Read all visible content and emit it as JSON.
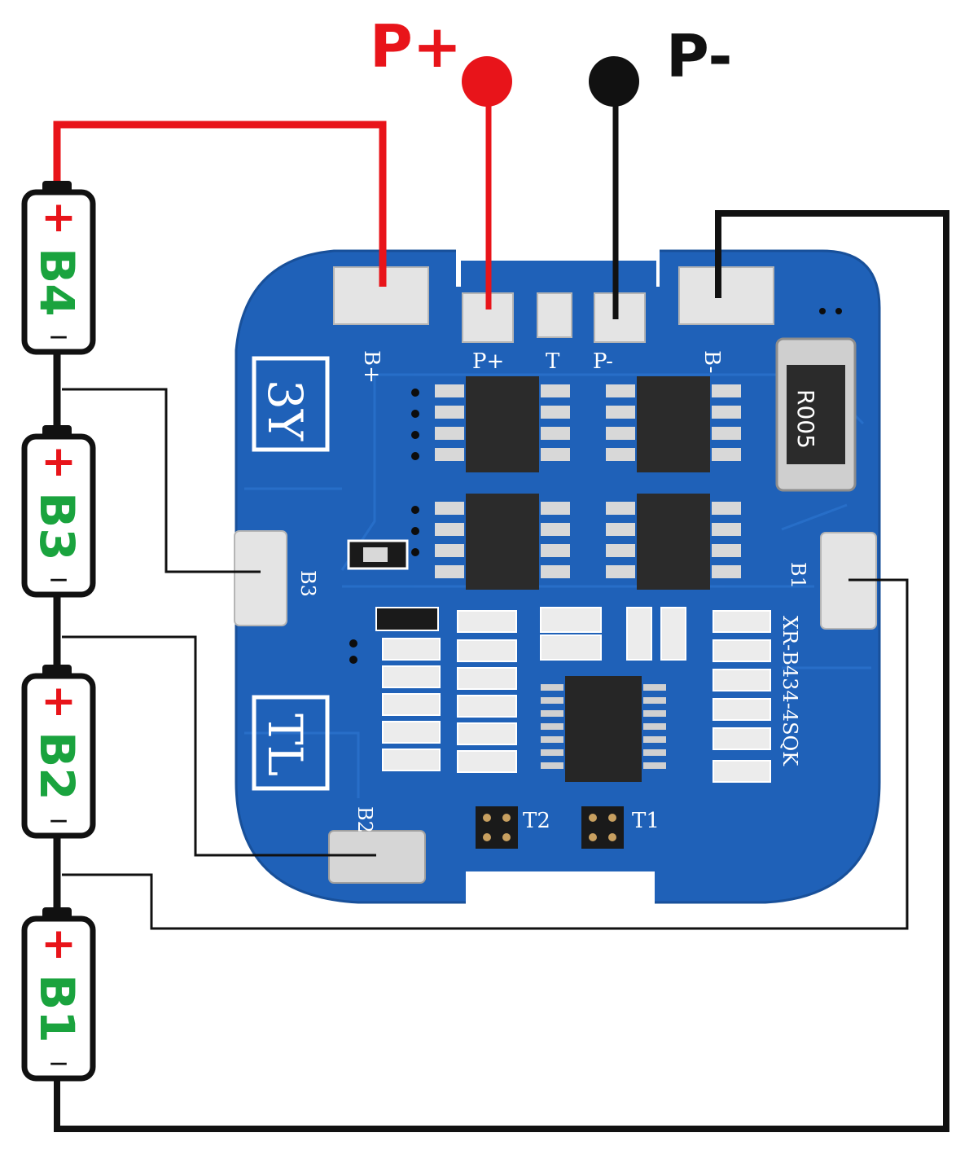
{
  "terminals": {
    "p_plus": {
      "label": "P+",
      "color": "#e8141a"
    },
    "p_minus": {
      "label": "P-",
      "color": "#111111"
    }
  },
  "cells": [
    {
      "name": "B4",
      "plus": "+",
      "minus": "—"
    },
    {
      "name": "B3",
      "plus": "+",
      "minus": "—"
    },
    {
      "name": "B2",
      "plus": "+",
      "minus": "—"
    },
    {
      "name": "B1",
      "plus": "+",
      "minus": "—"
    }
  ],
  "board": {
    "silkscreen": {
      "b_plus": "B+",
      "p_plus": "P+",
      "t": "T",
      "p_minus": "P-",
      "b_minus": "B-",
      "b3": "B3",
      "b2": "B2",
      "b1": "B1",
      "box_3y": "3Y",
      "box_tl": "TL",
      "t1": "T1",
      "t2": "T2",
      "model": "XR-B434-4SQK",
      "shunt": "R005"
    }
  },
  "colors": {
    "pcb": "#1f61b8",
    "pcb_dark": "#164f9a",
    "wire_red": "#e8141a",
    "wire_black": "#111111",
    "cell_green": "#1aa33e",
    "cell_plus_red": "#e8141a"
  }
}
